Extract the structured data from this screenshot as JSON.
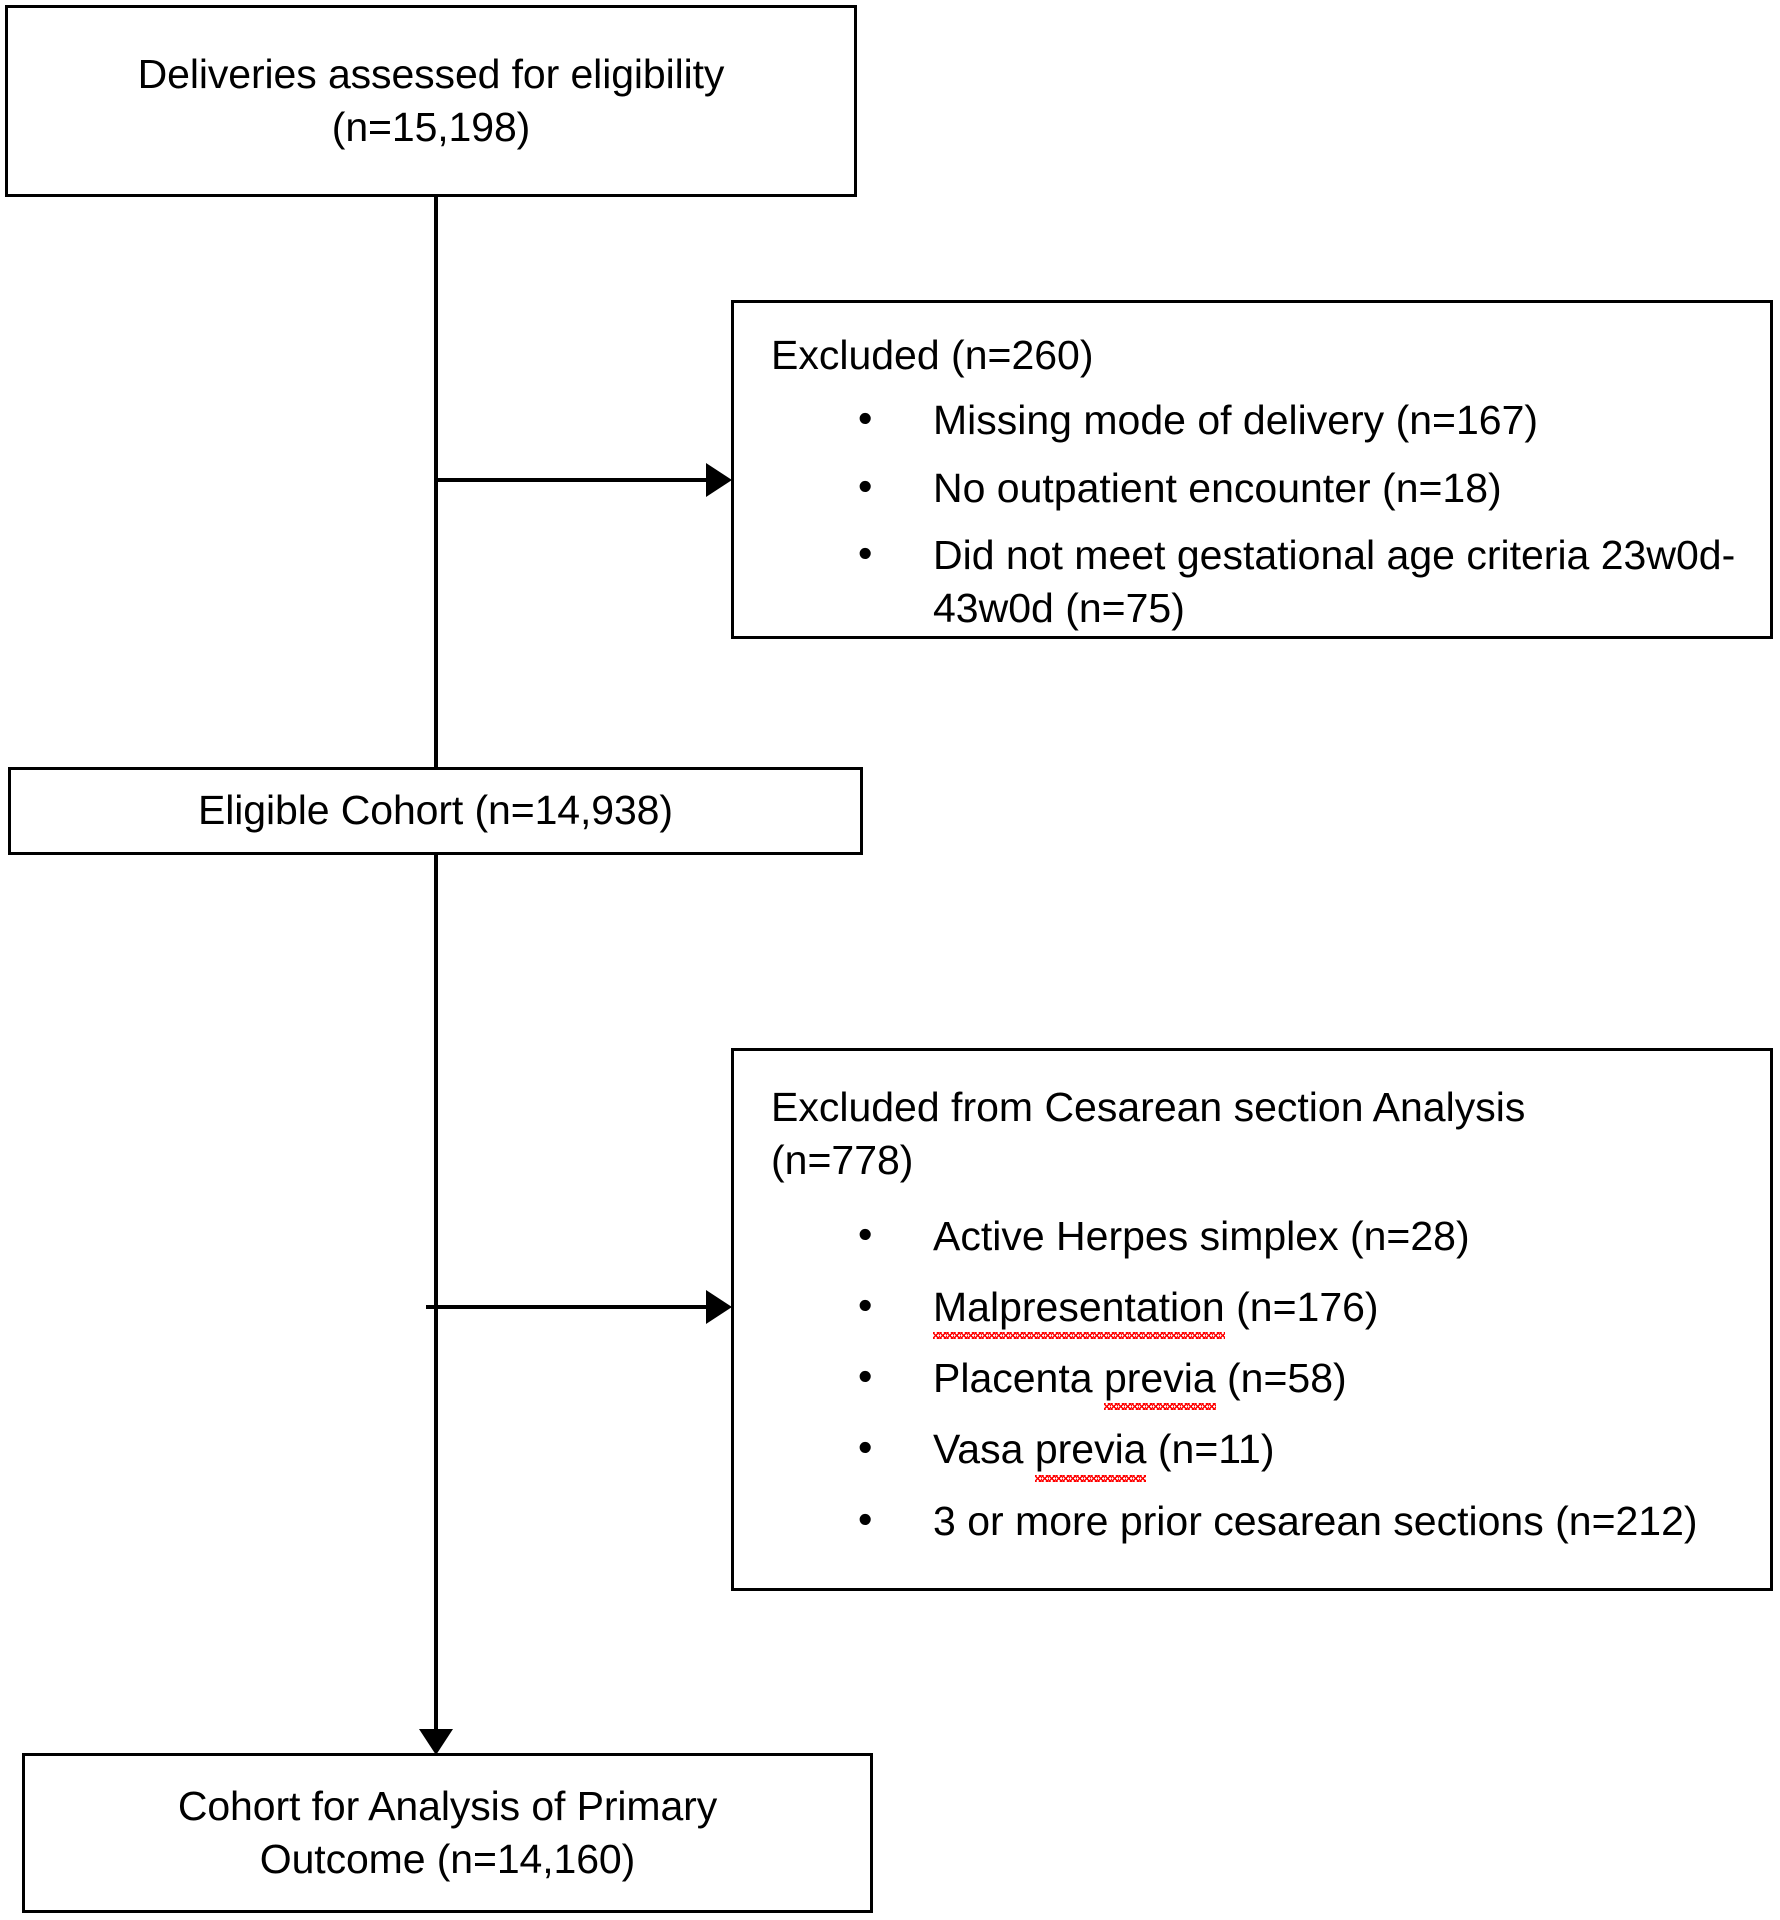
{
  "diagram": {
    "type": "study-flow-diagram",
    "orientation": "vertical",
    "colors": {
      "line": "#000000",
      "box_border": "#000000",
      "background": "#ffffff",
      "spellcheck_underline": "#ff0000"
    },
    "nodes": {
      "assessed": {
        "label": "Deliveries assessed for eligibility\n(n=15,198)",
        "count": 15198
      },
      "excluded_1": {
        "heading": "Excluded (n=260)",
        "count": 260,
        "items": [
          {
            "label": "Missing mode of delivery (n=167)",
            "count": 167,
            "misspelled": ""
          },
          {
            "label": "No outpatient encounter (n=18)",
            "count": 18,
            "misspelled": ""
          },
          {
            "label": "Did not meet gestational age criteria 23w0d-43w0d (n=75)",
            "count": 75,
            "misspelled": ""
          }
        ]
      },
      "eligible": {
        "label": "Eligible Cohort (n=14,938)",
        "count": 14938
      },
      "excluded_2": {
        "heading": "Excluded from Cesarean section Analysis\n(n=778)",
        "count": 778,
        "items": [
          {
            "prefix": "Active Herpes simplex (n=28)",
            "misspelled": "",
            "suffix": "",
            "count": 28
          },
          {
            "prefix": "",
            "misspelled": "Malpresentation",
            "suffix": " (n=176)",
            "count": 176
          },
          {
            "prefix": "Placenta ",
            "misspelled": "previa",
            "suffix": " (n=58)",
            "count": 58
          },
          {
            "prefix": "Vasa ",
            "misspelled": "previa",
            "suffix": " (n=11)",
            "count": 11
          },
          {
            "prefix": "3 or more prior cesarean sections (n=212)",
            "misspelled": "",
            "suffix": "",
            "count": 212
          }
        ]
      },
      "outcome": {
        "label": "Cohort for Analysis of Primary\nOutcome (n=14,160)",
        "count": 14160
      }
    }
  }
}
